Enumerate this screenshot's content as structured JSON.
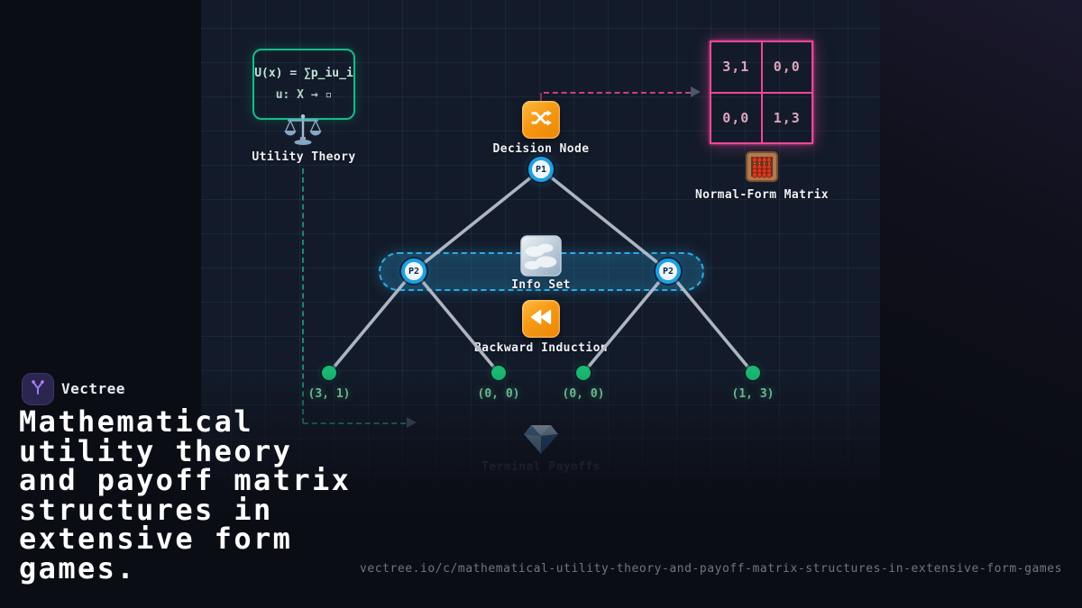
{
  "brand": {
    "name": "Vectree"
  },
  "title": "Mathematical\nutility theory\nand payoff matrix\nstructures in\nextensive form\ngames.",
  "footer_url": "vectree.io/c/mathematical-utility-theory-and-payoff-matrix-structures-in-extensive-form-games",
  "diagram": {
    "utility_theory": {
      "formula_line1": "U(x) = ∑p_iu_i",
      "formula_line2": "u: X → ▫",
      "label": "Utility Theory",
      "icon": "balance-scale-icon",
      "border_color": "#13bd8a"
    },
    "decision_node": {
      "label": "Decision Node",
      "icon": "shuffle-icon",
      "tile_color": "#f59914"
    },
    "players": {
      "p1": "P1",
      "p2": "P2",
      "node_color": "#1fa0e4"
    },
    "info_set": {
      "label": "Info Set",
      "icon": "fog-icon",
      "border_color": "#2dace6"
    },
    "backward_induction": {
      "label": "Backward Induction",
      "icon": "rewind-icon",
      "tile_color": "#f59914"
    },
    "terminal_payoffs": {
      "label": "Terminal Payoffs",
      "icon": "gem-icon",
      "values": [
        "(3, 1)",
        "(0, 0)",
        "(0, 0)",
        "(1, 3)"
      ],
      "dot_color": "#1ab873"
    },
    "normal_form_matrix": {
      "label": "Normal-Form Matrix",
      "icon": "abacus-icon",
      "border_color": "#f0459a",
      "cells": [
        [
          "3,1",
          "0,0"
        ],
        [
          "0,0",
          "1,3"
        ]
      ]
    }
  }
}
